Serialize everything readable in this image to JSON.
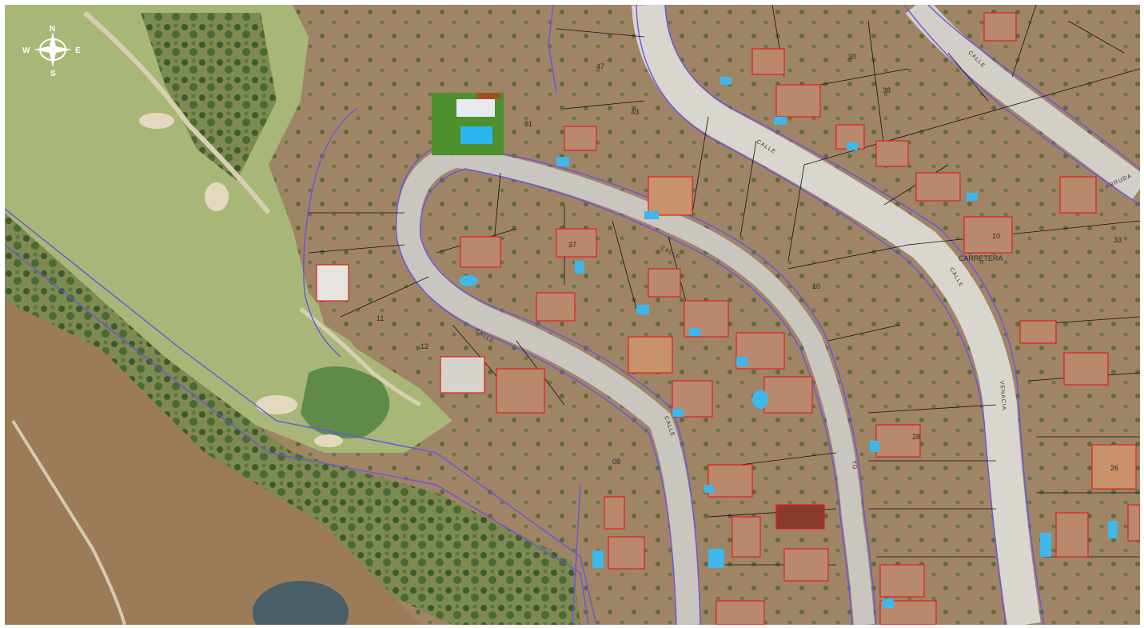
{
  "compass": {
    "n": "N",
    "s": "S",
    "e": "E",
    "w": "W"
  },
  "streets": [
    {
      "text": "CALLE",
      "id": "calle-1"
    },
    {
      "text": "CALLE",
      "id": "calle-2"
    },
    {
      "text": "CALLE",
      "id": "calle-3"
    },
    {
      "text": "CALLE",
      "id": "calle-4"
    },
    {
      "text": "CALLE",
      "id": "calle-5"
    },
    {
      "text": "ARRUDA",
      "id": "arruda"
    },
    {
      "text": "CALLE",
      "id": "calle-6"
    },
    {
      "text": "VENACIA",
      "id": "venacia"
    },
    {
      "text": "TO",
      "id": "to"
    }
  ],
  "parcels": [
    "47",
    "81",
    "30",
    "38",
    "43",
    "12",
    "11",
    "10",
    "37",
    "08",
    "28",
    "10",
    "33",
    "26"
  ],
  "place_label": "CARRETERA",
  "colors": {
    "parcel_line": "#111111",
    "boundary": "#6b52e0",
    "building": "#e02020",
    "road": "#d9d6cf",
    "pool": "#3fb7e8"
  }
}
